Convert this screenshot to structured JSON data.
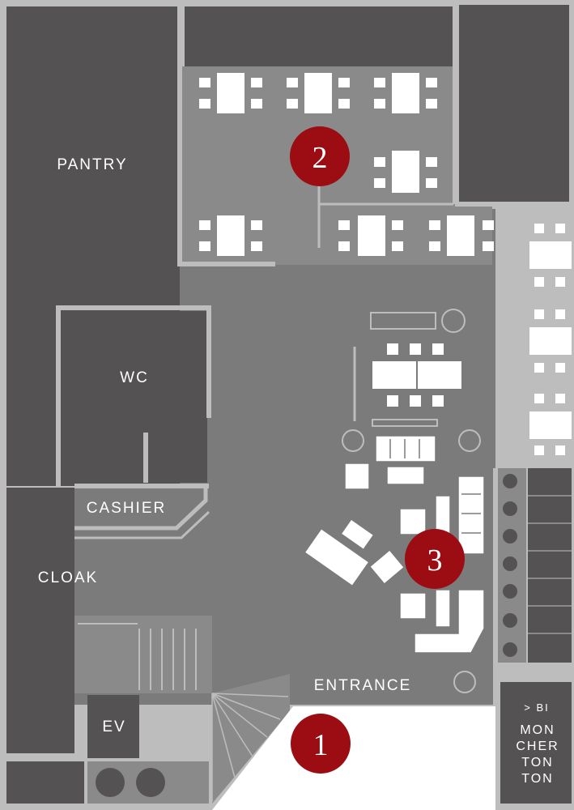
{
  "rooms": {
    "pantry": "PANTRY",
    "wc": "WC",
    "cashier": "CASHIER",
    "cloak": "CLOAK",
    "entrance": "ENTRANCE",
    "ev": "EV",
    "bi_small": "> BI",
    "bi_lines": [
      "MON",
      "CHER",
      "TON",
      "TON"
    ]
  },
  "markers": [
    "1",
    "2",
    "3"
  ],
  "colors": {
    "wall": "#bdbdbd",
    "room_dark": "#545252",
    "floor": "#7b7b7b",
    "dining": "#8a8a8a",
    "furniture": "#ffffff",
    "marker": "#9b0d12",
    "ground": "#ffffff"
  }
}
